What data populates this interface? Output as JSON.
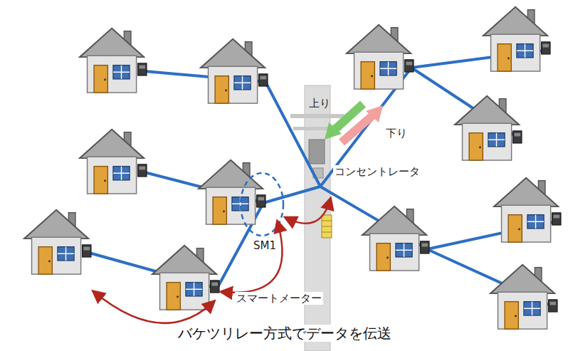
{
  "diagram": {
    "caption": "バケツリレー方式でデータを伝送",
    "labels": [
      "上り",
      "下り",
      "コンセントレータ",
      "SM1",
      "スマートメーター"
    ]
  }
}
